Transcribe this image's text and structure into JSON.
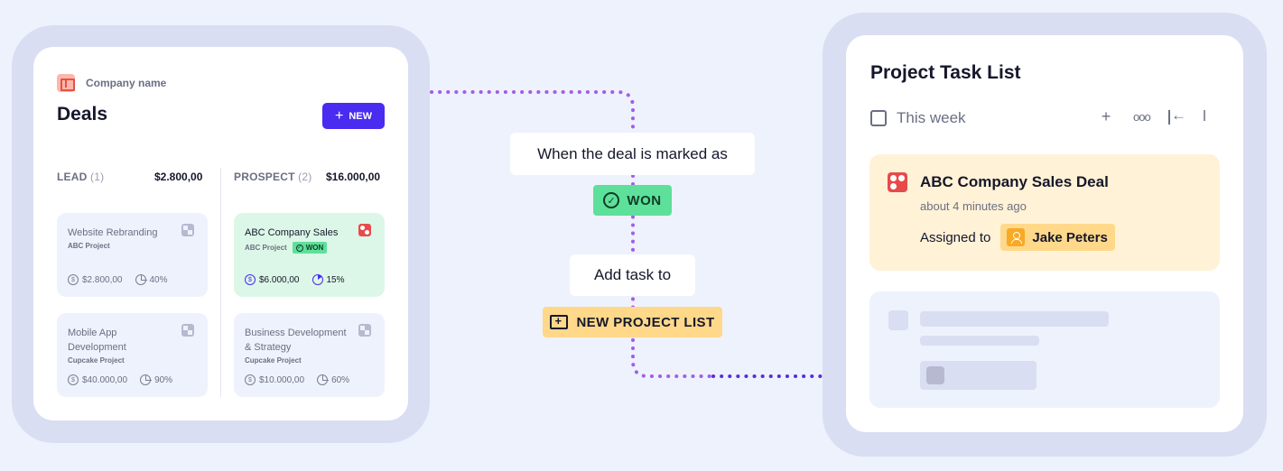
{
  "deals": {
    "company_name": "Company name",
    "title": "Deals",
    "new_button": {
      "icon": "plus-icon",
      "label": "NEW"
    },
    "columns": [
      {
        "name": "LEAD",
        "count": "(1)",
        "total": "$2.800,00",
        "cards": [
          {
            "name": "Website Rebranding",
            "project": "ABC Project",
            "amount": "$2.800,00",
            "percent": "40%",
            "won": false
          },
          {
            "name": "Mobile App Development",
            "project": "Cupcake Project",
            "amount": "$40.000,00",
            "percent": "90%",
            "won": false
          }
        ]
      },
      {
        "name": "PROSPECT",
        "count": "(2)",
        "total": "$16.000,00",
        "cards": [
          {
            "name": "ABC Company Sales",
            "project": "ABC Project",
            "amount": "$6.000,00",
            "percent": "15%",
            "won": true,
            "badge": "WON"
          },
          {
            "name": "Business Development & Strategy",
            "project": "Cupcake Project",
            "amount": "$10.000,00",
            "percent": "60%",
            "won": false
          }
        ]
      }
    ]
  },
  "flow": {
    "trigger_text": "When the deal is marked as",
    "trigger_tag": "WON",
    "action_text": "Add task to",
    "action_tag": "NEW PROJECT LIST"
  },
  "tasks": {
    "title": "Project Task List",
    "group": "This week",
    "toolbar_icons": [
      "plus-icon",
      "more-icon",
      "collapse-icon",
      "drag-handle-icon"
    ],
    "task": {
      "title": "ABC Company Sales Deal",
      "time": "about 4 minutes ago",
      "assigned_label": "Assigned to",
      "assignee": "Jake Peters"
    }
  },
  "colors": {
    "accent": "#4a2bf0",
    "won_green": "#5de09a",
    "tag_yellow": "#ffd88a",
    "connector_purple": "#9d55e8"
  }
}
